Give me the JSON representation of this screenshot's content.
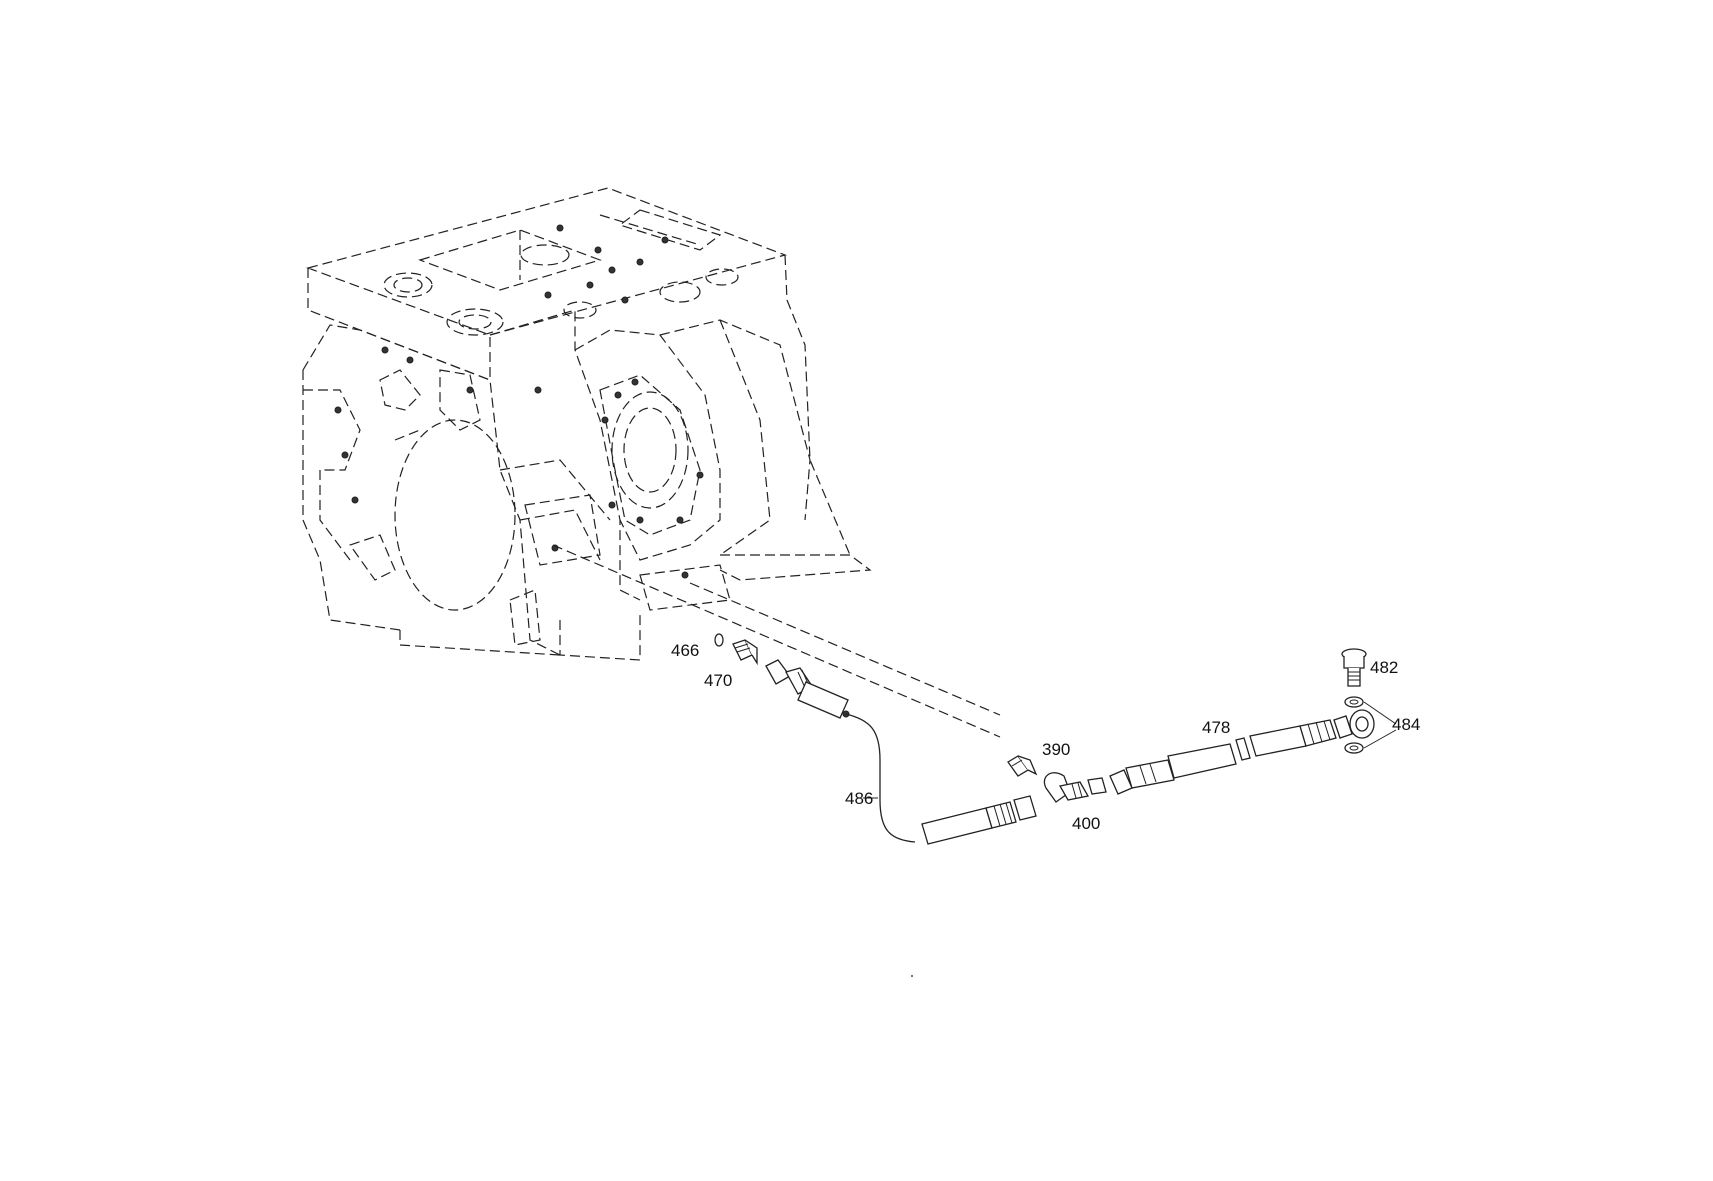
{
  "diagram": {
    "callouts": [
      {
        "id": "c466",
        "text": "466"
      },
      {
        "id": "c470",
        "text": "470"
      },
      {
        "id": "c390",
        "text": "390"
      },
      {
        "id": "c486",
        "text": "486"
      },
      {
        "id": "c400",
        "text": "400"
      },
      {
        "id": "c478",
        "text": "478"
      },
      {
        "id": "c482",
        "text": "482"
      },
      {
        "id": "c484",
        "text": "484"
      }
    ]
  }
}
